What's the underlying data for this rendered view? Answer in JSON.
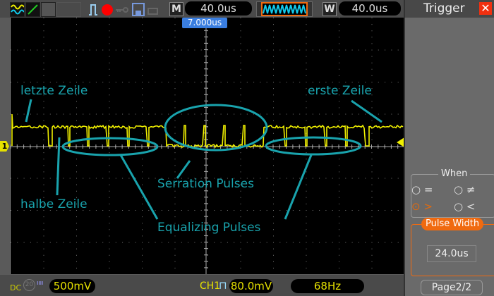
{
  "toolbar": {
    "m_label": "M",
    "timebase": "40.0us",
    "w_label": "W",
    "window_timebase": "40.0us",
    "icons": [
      "channel-waveform-icon",
      "xy-mode-icon",
      "persist-icon",
      "pulse-trigger-icon",
      "record-icon",
      "key-icon",
      "save-icon",
      "print-icon"
    ]
  },
  "screen": {
    "trigger_position": "7.000us",
    "channel_marker": "1"
  },
  "annotations": {
    "letzte": "letzte Zeile",
    "erste": "erste Zeile",
    "halbe": "halbe Zeile",
    "serration": "Serration Pulses",
    "equalizing": "Equalizing Pulses"
  },
  "panel": {
    "title": "Trigger",
    "when_label": "When",
    "options": [
      {
        "symbol": "=",
        "selected": false
      },
      {
        "symbol": "≠",
        "selected": false
      },
      {
        "symbol": ">",
        "selected": true
      },
      {
        "symbol": "<",
        "selected": false
      }
    ],
    "pulse_width_label": "Pulse Width",
    "pulse_width_value": "24.0us",
    "page": "Page2/2"
  },
  "status": {
    "coupling": "DC",
    "bw_limit": "20",
    "ch1_scale": "500mV",
    "trigger_source": "CH1",
    "trigger_level": "80.0mV",
    "frequency": "68Hz"
  },
  "colors": {
    "trace": "#f0f000",
    "annotation": "#19a3ad",
    "accent": "#f06a10",
    "marker": "#3a7ee0"
  }
}
